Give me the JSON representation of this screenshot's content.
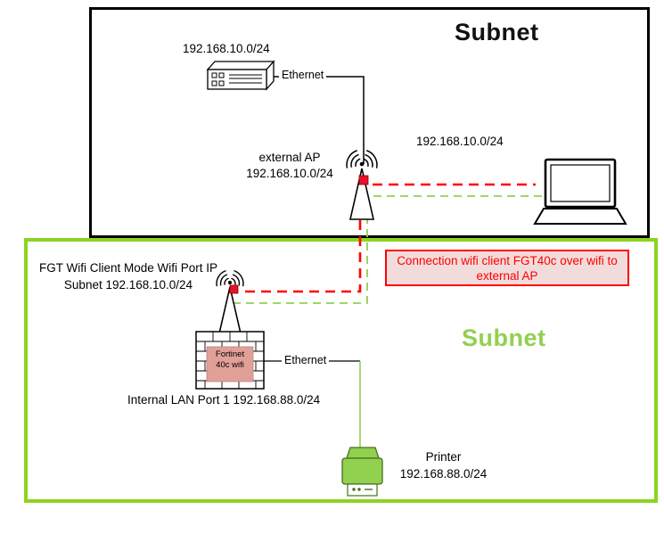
{
  "top": {
    "title": "Subnet",
    "switch_ip": "192.168.10.0/24",
    "ethernet": "Ethernet",
    "ap_name": "external AP",
    "ap_ip": "192.168.10.0/24",
    "laptop_ip": "192.168.10.0/24"
  },
  "bottom": {
    "title": "Subnet",
    "note": "Connection wifi client FGT40c over wifi to external AP",
    "fgt_line1": "FGT Wifi Client Mode Wifi Port IP",
    "fgt_line2": "Subnet 192.168.10.0/24",
    "firewall_line1": "Fortinet",
    "firewall_line2": "40c wifi",
    "ethernet": "Ethernet",
    "lan": "Internal LAN Port 1 192.168.88.0/24",
    "printer_name": "Printer",
    "printer_ip": "192.168.88.0/24"
  },
  "icons": {
    "switch": "ethernet-switch-icon",
    "external_ap": "antenna-ap-icon",
    "wifi_client": "antenna-wifi-client-icon",
    "laptop": "laptop-icon",
    "firewall": "firewall-brick-icon",
    "printer": "printer-icon"
  },
  "colors": {
    "black_frame": "#000000",
    "green_frame": "#8CD421",
    "red_dashed_line": "#FF0000",
    "green_dashed_line": "#92D050",
    "ethernet_line_black": "#000000",
    "printer_line_green": "#92D050",
    "note_background": "#F2DCDB",
    "note_border": "#FF0000",
    "note_text": "#FF0000",
    "firewall_box_fill": "#E0A098",
    "printer_fill": "#92D050",
    "subnet_title_top": "#111111",
    "subnet_title_bottom": "#92D050",
    "connector_red_marker": "#E8112D"
  }
}
